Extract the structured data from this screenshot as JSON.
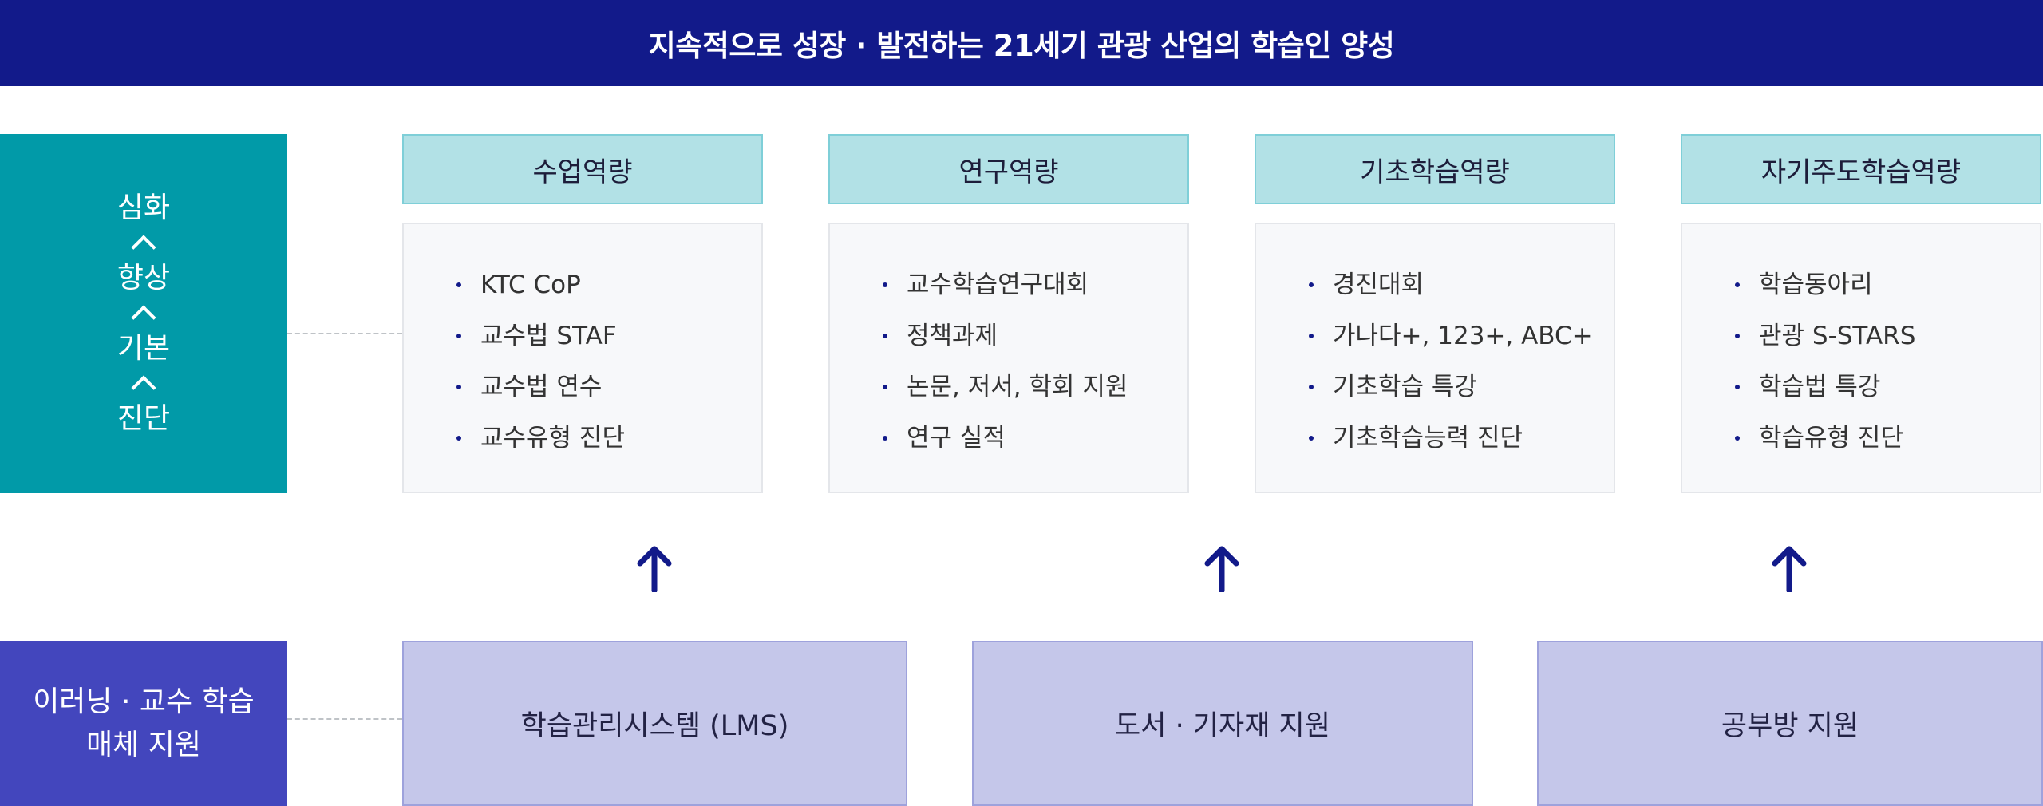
{
  "banner": {
    "title": "지속적으로 성장 · 발전하는 21세기 관광 산업의 학습인 양성"
  },
  "levels": [
    "심화",
    "향상",
    "기본",
    "진단"
  ],
  "media": {
    "line1": "이러닝 · 교수 학습",
    "line2": "매체 지원"
  },
  "competencies": [
    {
      "title": "수업역량",
      "items": [
        "KTC CoP",
        "교수법 STAF",
        "교수법 연수",
        "교수유형 진단"
      ]
    },
    {
      "title": "연구역량",
      "items": [
        "교수학습연구대회",
        "정책과제",
        "논문, 저서, 학회 지원",
        "연구 실적"
      ]
    },
    {
      "title": "기초학습역량",
      "items": [
        "경진대회",
        "가나다+, 123+, ABC+",
        "기초학습 특강",
        "기초학습능력 진단"
      ]
    },
    {
      "title": "자기주도학습역량",
      "items": [
        "학습동아리",
        "관광 S-STARS",
        "학습법 특강",
        "학습유형 진단"
      ]
    }
  ],
  "supports": [
    "학습관리시스템 (LMS)",
    "도서 · 기자재 지원",
    "공부방 지원"
  ],
  "colors": {
    "banner": "#121a8a",
    "level_box": "#019aa8",
    "media_box": "#4346bd",
    "header_fill": "#b2e1e6",
    "support_fill": "#c5c7ea",
    "arrow": "#121a8a"
  },
  "icons": {
    "arrow": "arrow-up-icon",
    "chevron": "chevron-up-icon",
    "bullet": "bullet-dot"
  }
}
